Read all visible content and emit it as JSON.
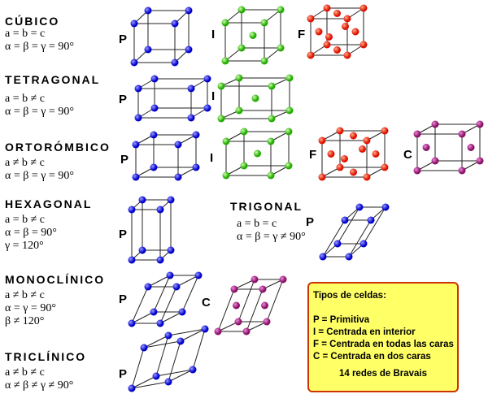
{
  "systems": [
    {
      "name": "CÚBICO",
      "props": [
        "a = b = c",
        "α = β = γ = 90°"
      ]
    },
    {
      "name": "TETRAGONAL",
      "props": [
        "a = b ≠ c",
        "α = β = γ = 90°"
      ]
    },
    {
      "name": "ORTORÓMBICO",
      "props": [
        "a ≠ b ≠ c",
        "α = β = γ = 90°"
      ]
    },
    {
      "name": "HEXAGONAL",
      "props": [
        "a = b ≠ c",
        "α = β = 90°",
        "γ = 120°"
      ]
    },
    {
      "name": "TRIGONAL",
      "props": [
        "a = b = c",
        "α = β = γ ≠ 90°"
      ]
    },
    {
      "name": "MONOCLÍNICO",
      "props": [
        "a ≠ b ≠ c",
        "α = γ = 90°",
        "β ≠ 120°"
      ]
    },
    {
      "name": "TRICLÍNICO",
      "props": [
        "a ≠ b ≠ c",
        "α ≠ β ≠ γ ≠ 90°"
      ]
    }
  ],
  "cell_labels": {
    "P": "P",
    "I": "I",
    "F": "F",
    "C": "C"
  },
  "legend": {
    "title": "Tipos de celdas:",
    "items": [
      "P = Primitiva",
      "I  = Centrada en interior",
      "F = Centrada en todas las caras",
      "C = Centrada en dos caras"
    ],
    "footer": "14 redes de Bravais"
  },
  "colors": {
    "P": "#1010e0",
    "I": "#33cc11",
    "F": "#ee2200",
    "C": "#aa1188",
    "legend_bg": "#ffff66",
    "legend_border": "#cc3300"
  }
}
